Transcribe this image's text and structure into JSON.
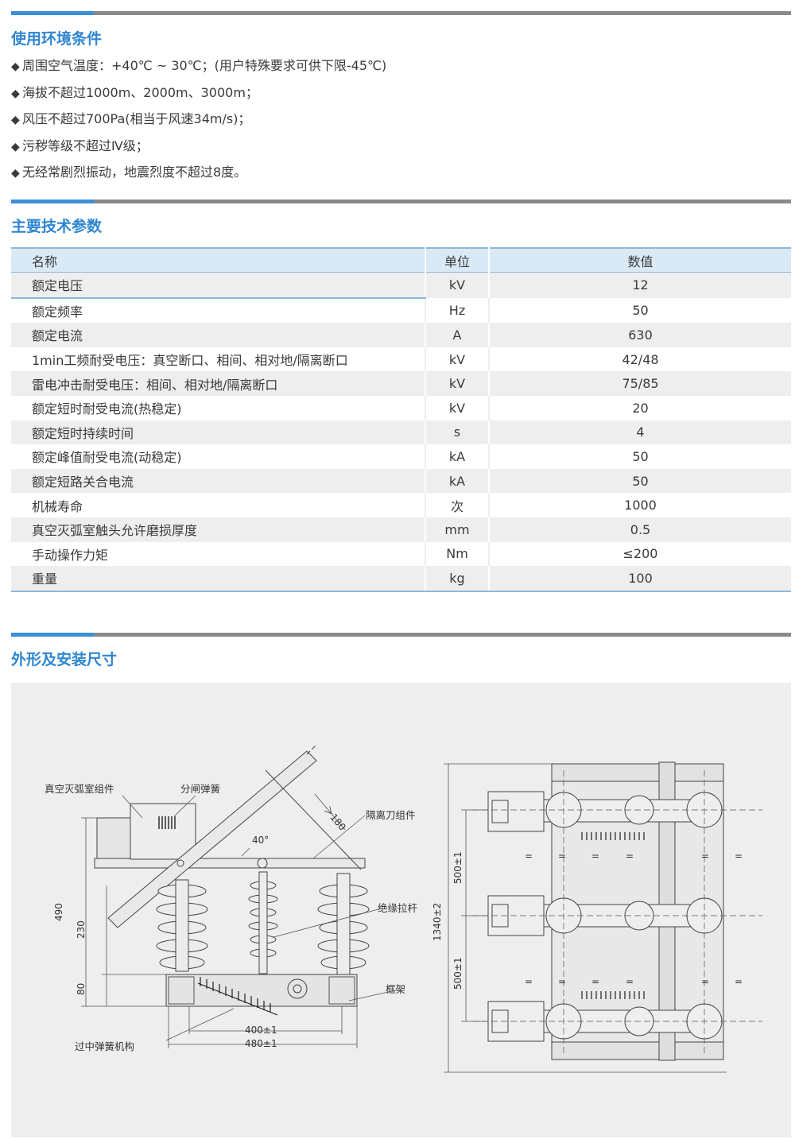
{
  "sections": {
    "environment": {
      "title": "使用环境条件",
      "bullet": "◆",
      "items": [
        "周围空气温度：+40℃ ~ 30℃；(用户特殊要求可供下限-45℃)",
        "海拔不超过1000m、2000m、3000m；",
        "风压不超过700Pa(相当于风速34m/s)；",
        "污秽等级不超过Ⅳ级；",
        "无经常剧烈振动，地震烈度不超过8度。"
      ]
    },
    "parameters": {
      "title": "主要技术参数",
      "headers": {
        "name": "名称",
        "unit": "单位",
        "value": "数值"
      },
      "rows": [
        {
          "name": "额定电压",
          "unit": "kV",
          "value": "12"
        },
        {
          "name": "额定频率",
          "unit": "Hz",
          "value": "50"
        },
        {
          "name": "额定电流",
          "unit": "A",
          "value": "630"
        },
        {
          "name": "1min工频耐受电压：真空断口、相间、相对地/隔离断口",
          "unit": "kV",
          "value": "42/48"
        },
        {
          "name": "雷电冲击耐受电压：相间、相对地/隔离断口",
          "unit": "kV",
          "value": "75/85"
        },
        {
          "name": "额定短时耐受电流(热稳定)",
          "unit": "kV",
          "value": "20"
        },
        {
          "name": "额定短时持续时间",
          "unit": "s",
          "value": "4"
        },
        {
          "name": "额定峰值耐受电流(动稳定)",
          "unit": "kA",
          "value": "50"
        },
        {
          "name": "额定短路关合电流",
          "unit": "kA",
          "value": "50"
        },
        {
          "name": "机械寿命",
          "unit": "次",
          "value": "1000"
        },
        {
          "name": "真空灭弧室触头允许磨损厚度",
          "unit": "mm",
          "value": "0.5"
        },
        {
          "name": "手动操作力矩",
          "unit": "Nm",
          "value": "≤200"
        },
        {
          "name": "重量",
          "unit": "kg",
          "value": "100"
        }
      ]
    },
    "dimensions": {
      "title": "外形及安装尺寸",
      "labels": {
        "vacuum_interrupter": "真空灭弧室组件",
        "opening_spring": "分闸弹簧",
        "isolating_blade": "隔离刀组件",
        "insulating_rod": "绝缘拉杆",
        "frame": "框架",
        "overcenter_spring": "过中弹簧机构"
      },
      "dims": {
        "h490": "490",
        "h230": "230",
        "h80": "80",
        "w400": "400±1",
        "w480": "480±1",
        "angle": "40°",
        "gt180": "＞180",
        "h1340": "1340±2",
        "h500a": "500±1",
        "h500b": "500±1",
        "eq": "="
      }
    }
  }
}
